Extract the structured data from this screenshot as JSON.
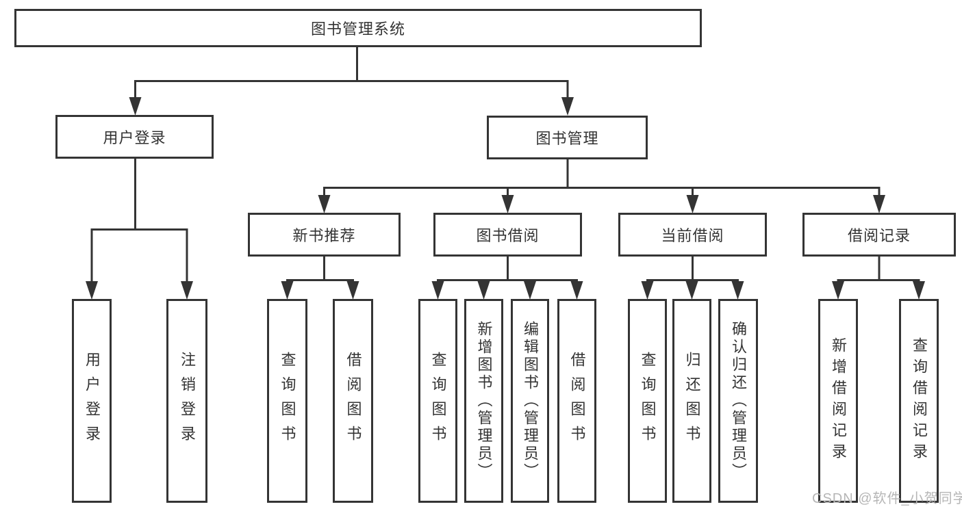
{
  "tree": {
    "root": {
      "label": "图书管理系统"
    },
    "branches": [
      {
        "label": "用户登录",
        "children": [
          {
            "label": "用户登录"
          },
          {
            "label": "注销登录"
          }
        ]
      },
      {
        "label": "图书管理",
        "children": [
          {
            "label": "新书推荐",
            "children": [
              {
                "label": "查询图书"
              },
              {
                "label": "借阅图书"
              }
            ]
          },
          {
            "label": "图书借阅",
            "children": [
              {
                "label": "查询图书"
              },
              {
                "label": "新增图书（管理员）"
              },
              {
                "label": "编辑图书（管理员）"
              },
              {
                "label": "借阅图书"
              }
            ]
          },
          {
            "label": "当前借阅",
            "children": [
              {
                "label": "查询图书"
              },
              {
                "label": "归还图书"
              },
              {
                "label": "确认归还（管理员）"
              }
            ]
          },
          {
            "label": "借阅记录",
            "children": [
              {
                "label": "新增借阅记录"
              },
              {
                "label": "查询借阅记录"
              }
            ]
          }
        ]
      }
    ]
  },
  "watermark": "CSDN @软件_小贺同学",
  "colors": {
    "line": "#343434",
    "box_border": "#343434",
    "text": "#333333",
    "watermark": "#b6b6b6",
    "background": "#ffffff"
  }
}
